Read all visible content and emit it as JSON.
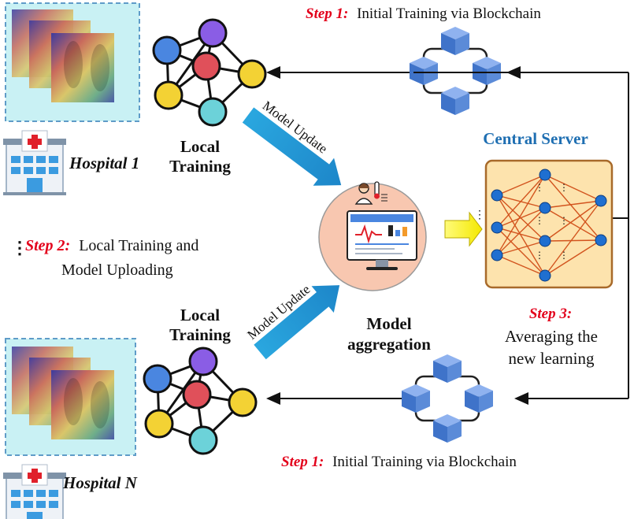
{
  "steps": {
    "step1_top": {
      "label": "Step 1:",
      "text": "Initial Training via Blockchain"
    },
    "step1_bottom": {
      "label": "Step 1:",
      "text": "Initial Training via Blockchain"
    },
    "step2": {
      "label": "Step 2:",
      "line1": "Local Training and",
      "line2": "Model Uploading",
      "dots": "⋮"
    },
    "step3": {
      "label": "Step 3:",
      "line1": "Averaging the",
      "line2": "new learning"
    }
  },
  "hospitals": [
    {
      "name": "Hospital 1"
    },
    {
      "name": "Hospital N"
    }
  ],
  "local_training": {
    "line1": "Local",
    "line2": "Training"
  },
  "model_update_label": "Model Update",
  "central_server": {
    "title": "Central Server"
  },
  "model_aggregation": {
    "line1": "Model",
    "line2": "aggregation"
  },
  "colors": {
    "step_red": "#e3001b",
    "server_blue": "#1f6fb2",
    "arrow_blue": "#29a9e0",
    "server_fill": "#fde3ad",
    "server_border": "#a86a2a",
    "aggregation_circle": "#f8c7b0",
    "node_blue": "#4a86e0",
    "node_purple": "#8a5de5",
    "node_red": "#e0505a",
    "node_yellow": "#f3d234",
    "node_cyan": "#6cd2d9",
    "block_blue": "#5b8bd8",
    "xray_frame": "#5f9cc8"
  },
  "icons": [
    "hospital-icon",
    "neural-network-icon",
    "blockchain-icon",
    "doctor-icon",
    "monitor-icon",
    "yellow-arrow-icon"
  ]
}
